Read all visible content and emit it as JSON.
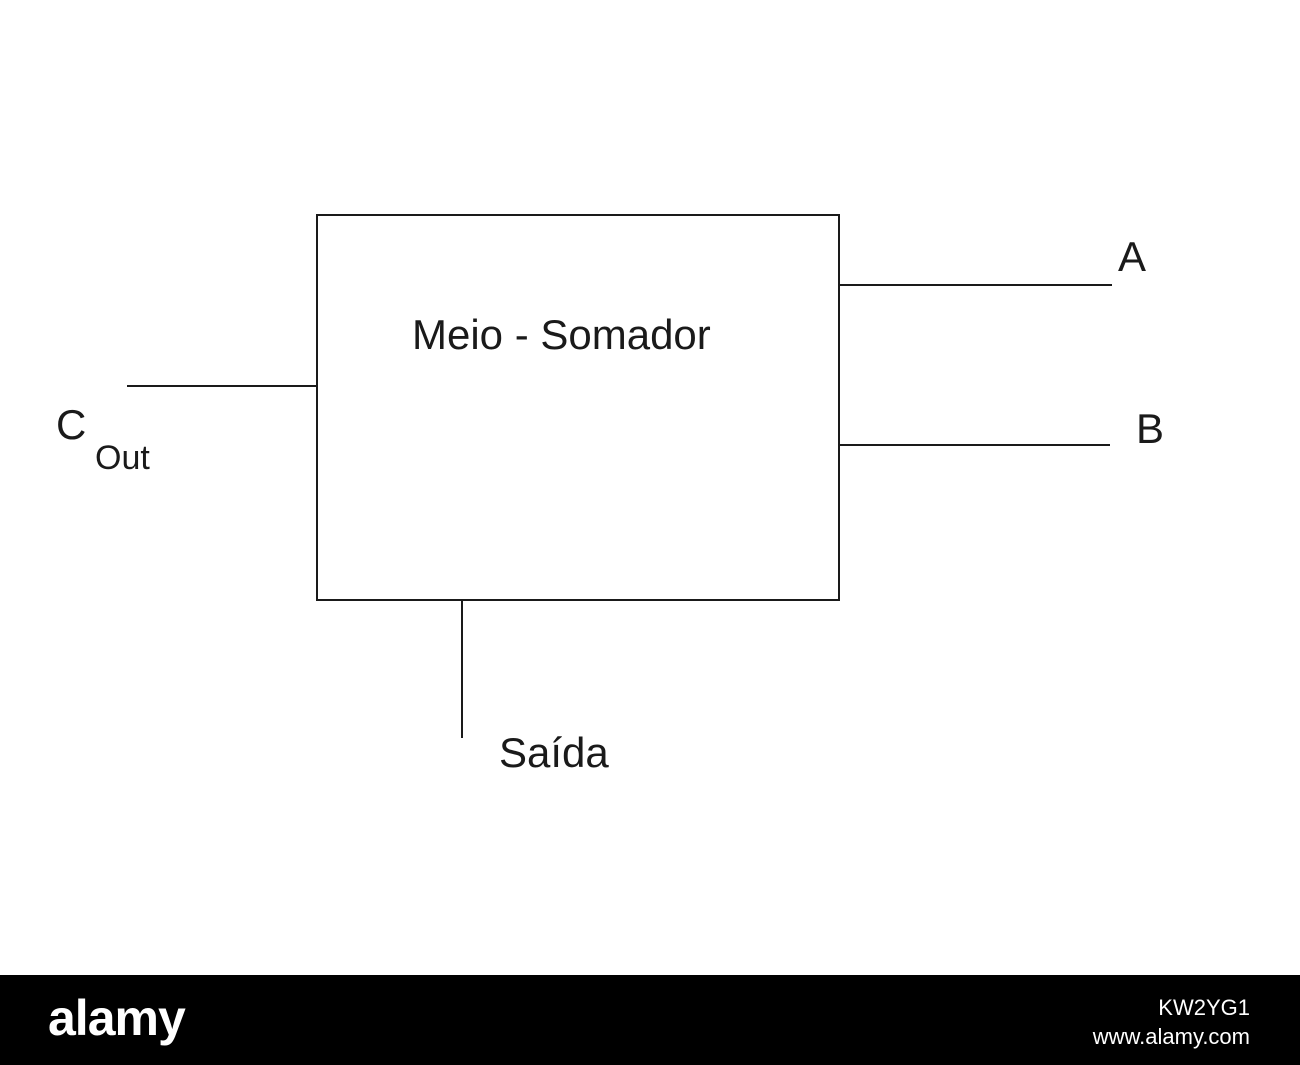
{
  "diagram": {
    "block_label": "Meio - Somador",
    "inputs": {
      "a_label": "A",
      "b_label": "B"
    },
    "outputs": {
      "cout_main": "C",
      "cout_sub": "Out",
      "saida_label": "Saída"
    }
  },
  "watermark": {
    "logo": "alamy",
    "image_id": "KW2YG1",
    "url": "www.alamy.com"
  },
  "colors": {
    "line": "#1a1a1a",
    "background": "#ffffff",
    "watermark_bar": "#000000",
    "watermark_text": "#ffffff"
  }
}
